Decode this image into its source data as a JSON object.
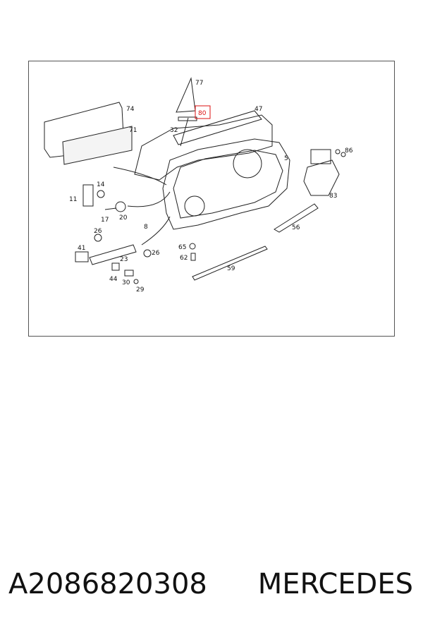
{
  "diagram": {
    "callouts": [
      "77",
      "80",
      "74",
      "71",
      "47",
      "32",
      "5",
      "86",
      "83",
      "14",
      "11",
      "17",
      "20",
      "8",
      "56",
      "26",
      "41",
      "23",
      "26",
      "65",
      "62",
      "59",
      "44",
      "30",
      "29"
    ],
    "highlighted_callout": "80",
    "highlight_color": "#d11"
  },
  "caption": {
    "part_number": "A2086820308",
    "brand": "MERCEDES"
  }
}
